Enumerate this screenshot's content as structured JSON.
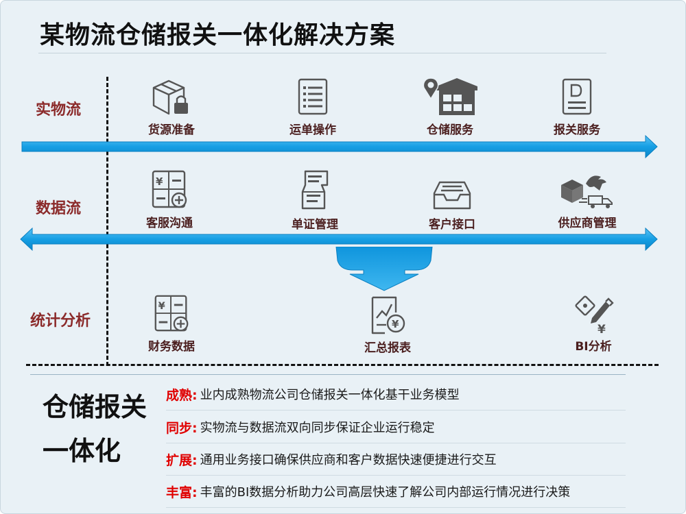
{
  "title": "某物流仓储报关一体化解决方案",
  "rows": {
    "physical": "实物流",
    "data": "数据流",
    "stats": "统计分析"
  },
  "items": {
    "huoyuan": "货源准备",
    "yundan": "运单操作",
    "cangchu": "仓储服务",
    "baoguan": "报关服务",
    "kefu": "客服沟通",
    "danzheng": "单证管理",
    "kehu": "客户接口",
    "gongying": "供应商管理",
    "caiwu": "财务数据",
    "huizong": "汇总报表",
    "bi": "BI分析"
  },
  "summary": {
    "line1": "仓储报关",
    "line2": "一体化"
  },
  "features": [
    {
      "key": "成熟:",
      "text": "业内成熟物流公司仓储报关一体化基干业务模型"
    },
    {
      "key": "同步:",
      "text": "实物流与数据流双向同步保证企业运行稳定"
    },
    {
      "key": "扩展:",
      "text": "通用业务接口确保供应商和客户数据快速便捷进行交互"
    },
    {
      "key": "丰富:",
      "text": "丰富的BI数据分析助力公司高层快速了解公司内部运行情况进行决策"
    }
  ],
  "colors": {
    "arrow": "#1aa1e6",
    "label": "#8b2a2a",
    "key": "#e00000"
  }
}
